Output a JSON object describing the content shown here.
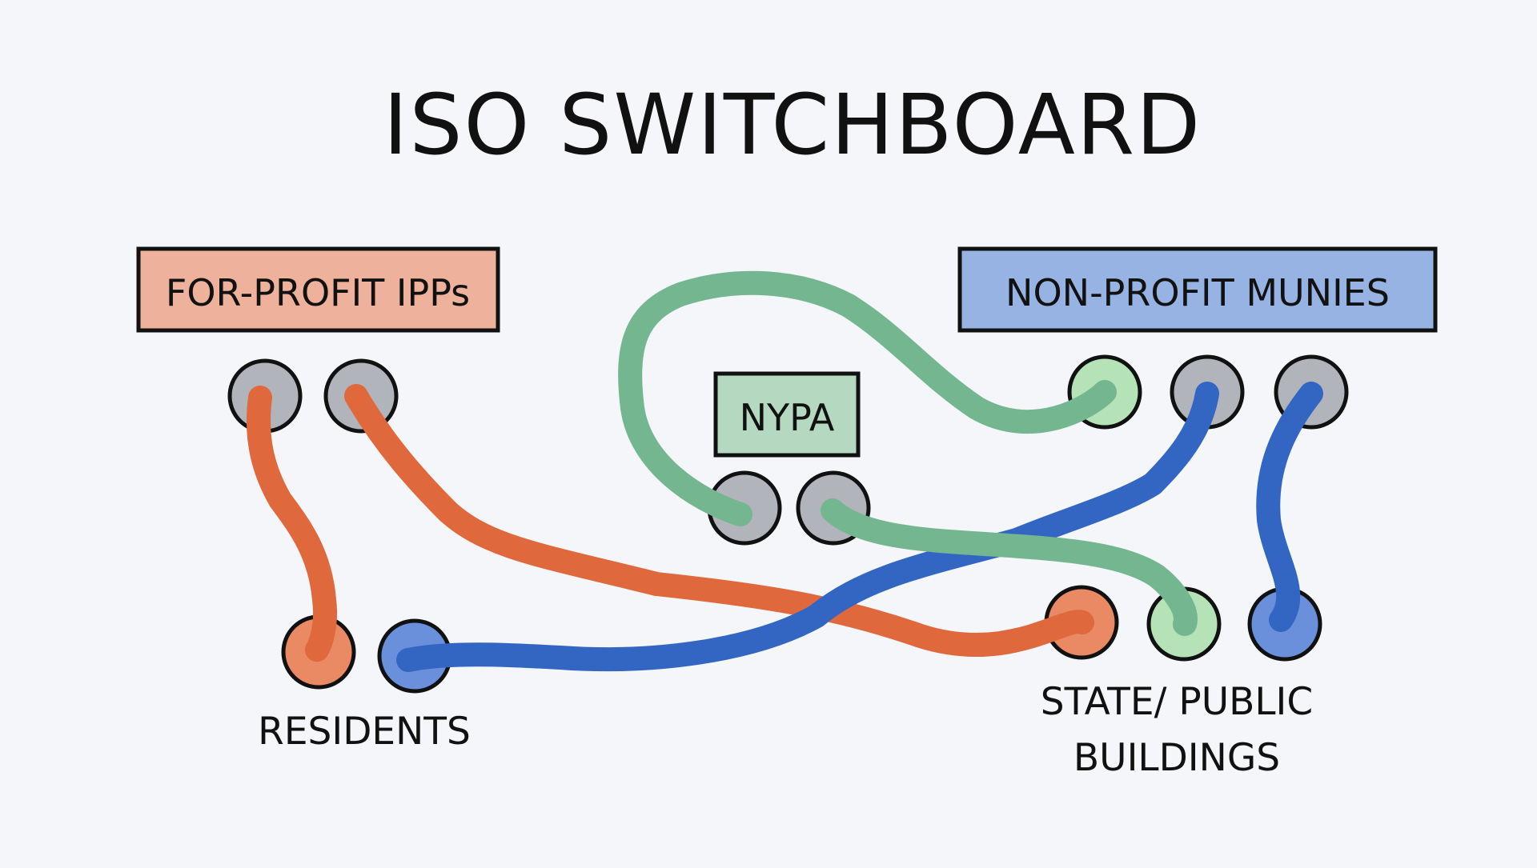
{
  "title": "ISO SWITCHBOARD",
  "groups": {
    "ipps": {
      "label": "FOR-PROFIT IPPs",
      "fill": "#edb19c"
    },
    "munies": {
      "label": "NON-PROFIT MUNIES",
      "fill": "#97b3e3"
    },
    "nypa": {
      "label": "NYPA",
      "fill": "#b5d8c1"
    }
  },
  "labels": {
    "residents": "RESIDENTS",
    "state_line1": "STATE/ PUBLIC",
    "state_line2": "BUILDINGS"
  },
  "colors": {
    "background": "#f4f6f9",
    "jack_gray": "#b1b4ba",
    "jack_orange": "#e98a65",
    "jack_blue": "#6a90dc",
    "jack_green": "#b6e2b7",
    "cable_orange": "#e0683d",
    "cable_blue": "#3366c2",
    "cable_green": "#74b68f",
    "outline": "#111111"
  },
  "jacks": [
    {
      "id": "ipp-1",
      "color": "jack_gray"
    },
    {
      "id": "ipp-2",
      "color": "jack_gray"
    },
    {
      "id": "muni-1",
      "color": "jack_green"
    },
    {
      "id": "muni-2",
      "color": "jack_gray"
    },
    {
      "id": "muni-3",
      "color": "jack_gray"
    },
    {
      "id": "nypa-1",
      "color": "jack_gray"
    },
    {
      "id": "nypa-2",
      "color": "jack_gray"
    },
    {
      "id": "residents-1",
      "color": "jack_orange"
    },
    {
      "id": "residents-2",
      "color": "jack_blue"
    },
    {
      "id": "state-1",
      "color": "jack_orange"
    },
    {
      "id": "state-2",
      "color": "jack_green"
    },
    {
      "id": "state-3",
      "color": "jack_blue"
    }
  ],
  "connections": [
    {
      "from": "ipp-1",
      "to": "residents-1",
      "color": "cable_orange"
    },
    {
      "from": "ipp-2",
      "to": "state-1",
      "color": "cable_orange"
    },
    {
      "from": "muni-2",
      "to": "residents-2",
      "color": "cable_blue"
    },
    {
      "from": "muni-3",
      "to": "state-3",
      "color": "cable_blue"
    },
    {
      "from": "nypa-1",
      "to": "muni-1",
      "color": "cable_green"
    },
    {
      "from": "nypa-2",
      "to": "state-2",
      "color": "cable_green"
    }
  ]
}
